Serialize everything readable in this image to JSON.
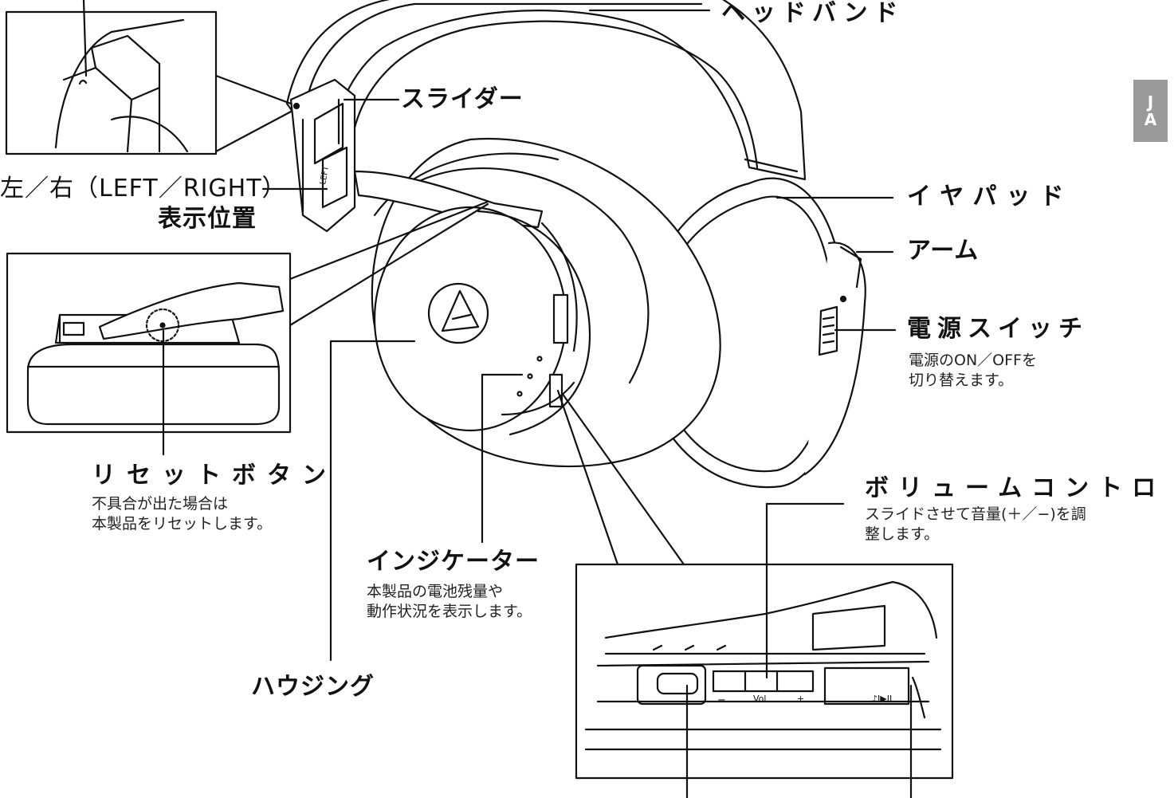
{
  "labels": {
    "headband": "ヘッドバンド",
    "slider": "スライダー",
    "lr_indicator_line1": "左／右（LEFT／RIGHT）",
    "lr_indicator_line2": "表示位置",
    "earpad": "イヤパッド",
    "arm": "アーム",
    "power_switch": "電源スイッチ",
    "power_switch_desc_1": "電源のON／OFFを",
    "power_switch_desc_2": "切り替えます。",
    "reset_button": "リセットボタン",
    "reset_button_desc_1": "不具合が出た場合は",
    "reset_button_desc_2": "本製品をリセットします。",
    "indicator": "インジケーター",
    "indicator_desc_1": "本製品の電池残量や",
    "indicator_desc_2": "動作状況を表示します。",
    "housing": "ハウジング",
    "volume_control": "ボリュームコントロ",
    "volume_control_desc_1": "スライドさせて音量(＋／−)を調",
    "volume_control_desc_2": "整します。"
  },
  "device_marks": {
    "left_marking": "LEFT",
    "vol_text": "Vol",
    "minus": "−",
    "plus": "+",
    "play_symbol": "♪I▶II"
  },
  "language_tab": {
    "line1": "J",
    "line2": "A",
    "color": "#9a9a9a"
  }
}
